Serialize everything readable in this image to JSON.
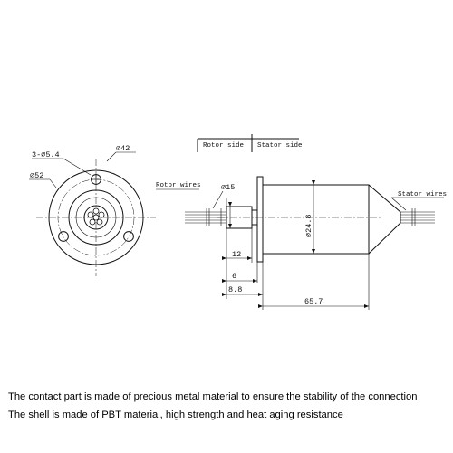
{
  "front_view": {
    "hole_pattern_label": "3-⌀5.4",
    "bolt_circle_label": "⌀42",
    "outer_diameter_label": "⌀52"
  },
  "side_view": {
    "rotor_side_label": "Rotor side",
    "stator_side_label": "Stator side",
    "rotor_wires_label": "Rotor wires",
    "stator_wires_label": "Stator wires",
    "rotor_shaft_diameter_label": "⌀15",
    "body_diameter_label": "⌀24.8",
    "dim_12": "12",
    "dim_6": "6",
    "dim_8_8": "8.8",
    "dim_65_7": "65.7"
  },
  "captions": {
    "line1": "The contact part is made of precious metal material to ensure the stability of the connection",
    "line2": "The shell is made of PBT material, high strength and heat aging resistance"
  }
}
